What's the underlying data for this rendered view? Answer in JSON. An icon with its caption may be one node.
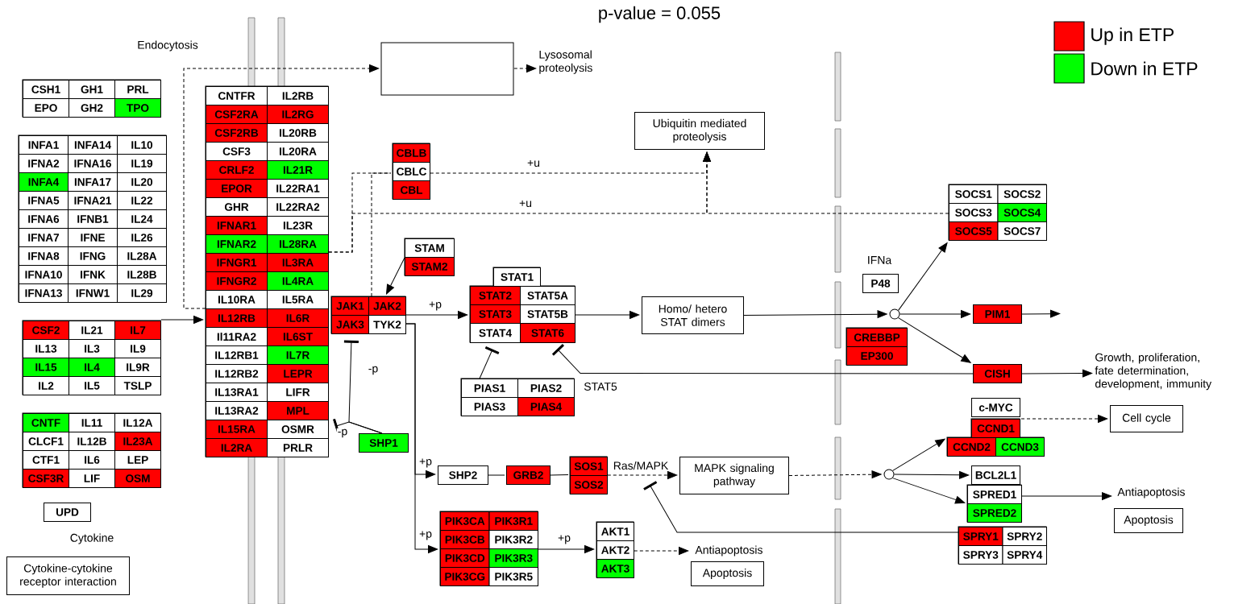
{
  "diagram": {
    "title": "p-value = 0.055",
    "nodes": [
      {
        "text": [],
        "shape": "box"
      },
      {
        "text": [
          "CSH1"
        ],
        "in": 0
      },
      {
        "text": [
          "GH1"
        ],
        "in": 0
      },
      {
        "text": [
          "PRL"
        ],
        "in": 0
      },
      {
        "text": [
          "EPO"
        ],
        "in": 0
      },
      {
        "text": [
          "GH2"
        ],
        "in": 0
      },
      {
        "text": [
          "TPO"
        ],
        "in": 0
      },
      {
        "text": [],
        "shape": "box"
      },
      {
        "text": [
          "INFA1"
        ],
        "in": 7
      },
      {
        "text": [
          "INFA14"
        ],
        "in": 7
      },
      {
        "text": [
          "IL10"
        ],
        "in": 7
      },
      {
        "text": [
          "IFNA2"
        ],
        "in": 7
      },
      {
        "text": [
          "IFNA16"
        ],
        "in": 7
      },
      {
        "text": [
          "IL19"
        ],
        "in": 7
      },
      {
        "text": [
          "INFA4"
        ],
        "in": 7
      },
      {
        "text": [
          "INFA17"
        ],
        "in": 7
      },
      {
        "text": [
          "IL20"
        ],
        "in": 7
      },
      {
        "text": [
          "IFNA5"
        ],
        "in": 7
      },
      {
        "text": [
          "IFNA21"
        ],
        "in": 7
      },
      {
        "text": [
          "IL22"
        ],
        "in": 7
      },
      {
        "text": [
          "IFNA6"
        ],
        "in": 7
      },
      {
        "text": [
          "IFNB1"
        ],
        "in": 7
      },
      {
        "text": [
          "IL24"
        ],
        "in": 7
      },
      {
        "text": [
          "IFNA7"
        ],
        "in": 7
      },
      {
        "text": [
          "IFNE"
        ],
        "in": 7
      },
      {
        "text": [
          "IL26"
        ],
        "in": 7
      },
      {
        "text": [
          "IFNA8"
        ],
        "in": 7
      },
      {
        "text": [
          "IFNG"
        ],
        "in": 7
      },
      {
        "text": [
          "IL28A"
        ],
        "in": 7
      },
      {
        "text": [
          "IFNA10"
        ],
        "in": 7
      },
      {
        "text": [
          "IFNK"
        ],
        "in": 7
      },
      {
        "text": [
          "IL28B"
        ],
        "in": 7
      },
      {
        "text": [
          "IFNA13"
        ],
        "in": 7
      },
      {
        "text": [
          "IFNW1"
        ],
        "in": 7
      },
      {
        "text": [
          "IL29"
        ],
        "in": 7
      },
      {
        "text": [],
        "shape": "box"
      },
      {
        "text": [
          "CSF2"
        ],
        "in": 35
      },
      {
        "text": [
          "IL21"
        ],
        "in": 35
      },
      {
        "text": [
          "IL7"
        ],
        "in": 35
      },
      {
        "text": [
          "IL13"
        ],
        "in": 35
      },
      {
        "text": [
          "IL3"
        ],
        "in": 35
      },
      {
        "text": [
          "IL9"
        ],
        "in": 35
      },
      {
        "text": [
          "IL15"
        ],
        "in": 35
      },
      {
        "text": [
          "IL4"
        ],
        "in": 35
      },
      {
        "text": [
          "IL9R"
        ],
        "in": 35
      },
      {
        "text": [
          "IL2"
        ],
        "in": 35
      },
      {
        "text": [
          "IL5"
        ],
        "in": 35
      },
      {
        "text": [
          "TSLP"
        ],
        "in": 35
      },
      {
        "text": [],
        "shape": "box"
      },
      {
        "text": [
          "CNTF"
        ],
        "in": 48
      },
      {
        "text": [
          "IL11"
        ],
        "in": 48
      },
      {
        "text": [
          "IL12A"
        ],
        "in": 48
      },
      {
        "text": [
          "CLCF1"
        ],
        "in": 48
      },
      {
        "text": [
          "IL12B"
        ],
        "in": 48
      },
      {
        "text": [
          "IL23A"
        ],
        "in": 48
      },
      {
        "text": [
          "CTF1"
        ],
        "in": 48
      },
      {
        "text": [
          "IL6"
        ],
        "in": 48
      },
      {
        "text": [
          "LEP"
        ],
        "in": 48
      },
      {
        "text": [
          "CSF3R"
        ],
        "in": 48
      },
      {
        "text": [
          "LIF"
        ],
        "in": 48
      },
      {
        "text": [
          "OSM"
        ],
        "in": 48
      },
      {
        "text": [
          "UPD"
        ]
      },
      {
        "text": [
          "Cytokine-cytokine receptor interaction"
        ]
      },
      {
        "text": [],
        "shape": "box"
      },
      {
        "text": [
          "CNTFR"
        ],
        "in": 63
      },
      {
        "text": [
          "IL2RB"
        ],
        "in": 63
      },
      {
        "text": [
          "CSF2RA"
        ],
        "in": 63
      },
      {
        "text": [
          "IL2RG"
        ],
        "in": 63
      },
      {
        "text": [
          "CSF2RB"
        ],
        "in": 63
      },
      {
        "text": [
          "IL20RB"
        ],
        "in": 63
      },
      {
        "text": [
          "CSF3"
        ],
        "in": 63
      },
      {
        "text": [
          "IL20RA"
        ],
        "in": 63
      },
      {
        "text": [
          "CRLF2"
        ],
        "in": 63
      },
      {
        "text": [
          "IL21R"
        ],
        "in": 63
      },
      {
        "text": [
          "EPOR"
        ],
        "in": 63
      },
      {
        "text": [
          "IL22RA1"
        ],
        "in": 63
      },
      {
        "text": [
          "GHR"
        ],
        "in": 63
      },
      {
        "text": [
          "IL22RA2"
        ],
        "in": 63
      },
      {
        "text": [
          "IFNAR1"
        ],
        "in": 63
      },
      {
        "text": [
          "IL23R"
        ],
        "in": 63
      },
      {
        "text": [
          "IFNAR2"
        ],
        "in": 63
      },
      {
        "text": [
          "IL28RA"
        ],
        "in": 63
      },
      {
        "text": [
          "IFNGR1"
        ],
        "in": 63
      },
      {
        "text": [
          "IL3RA"
        ],
        "in": 63
      },
      {
        "text": [
          "IFNGR2"
        ],
        "in": 63
      },
      {
        "text": [
          "IL4RA"
        ],
        "in": 63
      },
      {
        "text": [
          "IL10RA"
        ],
        "in": 63
      },
      {
        "text": [
          "IL5RA"
        ],
        "in": 63
      },
      {
        "text": [
          "IL12RB"
        ],
        "in": 63
      },
      {
        "text": [
          "IL6R"
        ],
        "in": 63
      },
      {
        "text": [
          "Il11RA2"
        ],
        "in": 63
      },
      {
        "text": [
          "IL6ST"
        ],
        "in": 63
      },
      {
        "text": [
          "IL12RB1"
        ],
        "in": 63
      },
      {
        "text": [
          "IL7R"
        ],
        "in": 63
      },
      {
        "text": [
          "IL12RB2"
        ],
        "in": 63
      },
      {
        "text": [
          "LEPR"
        ],
        "in": 63
      },
      {
        "text": [
          "IL13RA1"
        ],
        "in": 63
      },
      {
        "text": [
          "LIFR"
        ],
        "in": 63
      },
      {
        "text": [
          "IL13RA2"
        ],
        "in": 63
      },
      {
        "text": [
          "MPL"
        ],
        "in": 63
      },
      {
        "text": [
          "IL15RA"
        ],
        "in": 63
      },
      {
        "text": [
          "OSMR"
        ],
        "in": 63
      },
      {
        "text": [
          "IL2RA"
        ],
        "in": 63
      },
      {
        "text": [
          "PRLR"
        ],
        "in": 63
      },
      {
        "text": [],
        "shape": "box"
      },
      {
        "text": [
          "Lysosomal proteolysis"
        ]
      },
      {
        "text": [
          "Ubiquitin mediated proteolysis"
        ]
      },
      {
        "text": [],
        "shape": "box"
      },
      {
        "text": [
          "CBLB"
        ],
        "in": 107
      },
      {
        "text": [
          "CBLC"
        ],
        "in": 107
      },
      {
        "text": [
          "CBL"
        ],
        "in": 107
      },
      {
        "text": [],
        "shape": "box"
      },
      {
        "text": [
          "STAM"
        ],
        "in": 111
      },
      {
        "text": [
          "STAM2"
        ],
        "in": 111
      },
      {
        "text": [],
        "shape": "box"
      },
      {
        "text": [
          "JAK1"
        ],
        "in": 114
      },
      {
        "text": [
          "JAK2"
        ],
        "in": 114
      },
      {
        "text": [
          "JAK3"
        ],
        "in": 114
      },
      {
        "text": [
          "TYK2"
        ],
        "in": 114
      },
      {
        "text": [
          "SHP1"
        ]
      },
      {
        "text": [],
        "shape": "box"
      },
      {
        "text": [
          "STAT1"
        ],
        "in": 120
      },
      {
        "text": [
          "STAT2"
        ],
        "in": 120
      },
      {
        "text": [
          "STAT5A"
        ],
        "in": 120
      },
      {
        "text": [
          "STAT3"
        ],
        "in": 120
      },
      {
        "text": [
          "STAT5B"
        ],
        "in": 120
      },
      {
        "text": [
          "STAT4"
        ],
        "in": 120
      },
      {
        "text": [
          "STAT6"
        ],
        "in": 120
      },
      {
        "text": [],
        "shape": "box"
      },
      {
        "text": [
          "PIAS1"
        ],
        "in": 128
      },
      {
        "text": [
          "PIAS2"
        ],
        "in": 128
      },
      {
        "text": [
          "PIAS3"
        ],
        "in": 128
      },
      {
        "text": [
          "PIAS4"
        ],
        "in": 128
      },
      {
        "text": [
          "Homo/ hetero STAT dimers"
        ]
      },
      {
        "text": [],
        "shape": "box"
      },
      {
        "text": [
          "SOCS1"
        ],
        "in": 134
      },
      {
        "text": [
          "SOCS2"
        ],
        "in": 134
      },
      {
        "text": [
          "SOCS3"
        ],
        "in": 134
      },
      {
        "text": [
          "SOCS4"
        ],
        "in": 134
      },
      {
        "text": [
          "SOCS5"
        ],
        "in": 134
      },
      {
        "text": [
          "SOCS7"
        ],
        "in": 134
      },
      {
        "text": [
          "P48"
        ],
        "beside": [
          "IFNa"
        ]
      },
      {
        "text": [],
        "shape": "circle"
      },
      {
        "text": [],
        "shape": "box"
      },
      {
        "text": [
          "CREBBP"
        ],
        "in": 143
      },
      {
        "text": [
          "EP300"
        ],
        "in": 143
      },
      {
        "text": [
          "PIM1"
        ]
      },
      {
        "text": [
          "CISH"
        ]
      },
      {
        "text": [
          "Growth, proliferation, fate determination, development, immunity"
        ]
      },
      {
        "text": [
          "c-MYC"
        ]
      },
      {
        "text": [],
        "shape": "box"
      },
      {
        "text": [
          "CCND1"
        ],
        "in": 150
      },
      {
        "text": [
          "CCND2"
        ],
        "in": 150
      },
      {
        "text": [
          "CCND3"
        ],
        "in": 150
      },
      {
        "text": [
          "Cell cycle"
        ]
      },
      {
        "text": [
          "SHP2"
        ]
      },
      {
        "text": [
          "GRB2"
        ]
      },
      {
        "text": [],
        "shape": "box"
      },
      {
        "text": [
          "SOS1"
        ],
        "in": 157
      },
      {
        "text": [
          "SOS2"
        ],
        "in": 157
      },
      {
        "text": [
          "MAPK signaling pathway"
        ]
      },
      {
        "text": [],
        "shape": "circle"
      },
      {
        "text": [
          "BCL2L1"
        ]
      },
      {
        "text": [],
        "shape": "box"
      },
      {
        "text": [
          "SPRED1"
        ],
        "in": 163
      },
      {
        "text": [
          "SPRED2"
        ],
        "in": 163
      },
      {
        "text": [
          "Antiapoptosis",
          "Apoptosis"
        ]
      },
      {
        "text": [],
        "shape": "box"
      },
      {
        "text": [
          "SPRY1"
        ],
        "in": 167
      },
      {
        "text": [
          "SPRY2"
        ],
        "in": 167
      },
      {
        "text": [
          "SPRY3"
        ],
        "in": 167
      },
      {
        "text": [
          "SPRY4"
        ],
        "in": 167
      },
      {
        "text": [],
        "shape": "box"
      },
      {
        "text": [
          "PIK3CA"
        ],
        "in": 172
      },
      {
        "text": [
          "PIK3R1"
        ],
        "in": 172
      },
      {
        "text": [
          "PIK3CB"
        ],
        "in": 172
      },
      {
        "text": [
          "PIK3R2"
        ],
        "in": 172
      },
      {
        "text": [
          "PIK3CD"
        ],
        "in": 172
      },
      {
        "text": [
          "PIK3R3"
        ],
        "in": 172
      },
      {
        "text": [
          "PIK3CG"
        ],
        "in": 172
      },
      {
        "text": [
          "PIK3R5"
        ],
        "in": 172
      },
      {
        "text": [],
        "shape": "box"
      },
      {
        "text": [
          "AKT1"
        ],
        "in": 181
      },
      {
        "text": [
          "AKT2"
        ],
        "in": 181
      },
      {
        "text": [
          "AKT3"
        ],
        "in": 181
      },
      {
        "text": [
          "Antiapoptosis",
          "Apoptosis"
        ]
      }
    ],
    "edges": [
      {
        "from": 35,
        "to": 63,
        "arrow": "to"
      },
      {
        "from": 63,
        "to": 104,
        "arrow": "to",
        "style": "dashed"
      },
      {
        "from": 104,
        "to": 105,
        "arrow": "to",
        "style": "dashed"
      },
      {
        "from": 63,
        "to": 107,
        "arrow": "none",
        "style": "dashed"
      },
      {
        "from": 114,
        "to": 107,
        "arrow": "none",
        "style": "dashed"
      },
      {
        "from": 107,
        "to": 106,
        "arrow": "to",
        "style": "dashed",
        "label": "+u"
      },
      {
        "from": 63,
        "to": 106,
        "arrow": "to",
        "style": "dashed",
        "label": "+u"
      },
      {
        "from": 134,
        "to": 106,
        "arrow": "to",
        "style": "dashed"
      },
      {
        "from": 111,
        "to": 114,
        "arrow": "to"
      },
      {
        "from": 119,
        "to": 114,
        "arrow": "other",
        "label": "-p"
      },
      {
        "from": 119,
        "to": 63,
        "arrow": "other",
        "label": "-p"
      },
      {
        "from": 114,
        "to": 120,
        "arrow": "to",
        "label": "+p"
      },
      {
        "from": 114,
        "to": 155,
        "arrow": "to",
        "label": "+p"
      },
      {
        "from": 114,
        "to": 172,
        "arrow": "to",
        "label": "+p"
      },
      {
        "from": 128,
        "to": 120,
        "arrow": "other"
      },
      {
        "from": 120,
        "to": 133,
        "arrow": "to"
      },
      {
        "from": 133,
        "to": 142,
        "arrow": "to"
      },
      {
        "from": 142,
        "to": 134,
        "arrow": "to"
      },
      {
        "from": 142,
        "to": 146,
        "arrow": "to"
      },
      {
        "from": 142,
        "to": 147,
        "arrow": "to"
      },
      {
        "from": 146,
        "to": null,
        "arrow": "to"
      },
      {
        "from": 147,
        "to": 148,
        "arrow": "to"
      },
      {
        "from": 147,
        "to": 120,
        "arrow": "other",
        "label": "STAT5"
      },
      {
        "from": 150,
        "to": 154,
        "arrow": "to",
        "style": "dashed"
      },
      {
        "from": 155,
        "to": 156,
        "arrow": "none"
      },
      {
        "from": 156,
        "to": 157,
        "arrow": "none"
      },
      {
        "from": 157,
        "to": 160,
        "arrow": "to",
        "style": "dashed",
        "label": "Ras/MAPK"
      },
      {
        "from": 160,
        "to": 161,
        "arrow": "to",
        "style": "dashed"
      },
      {
        "from": 161,
        "to": 150,
        "arrow": "to"
      },
      {
        "from": 161,
        "to": 162,
        "arrow": "to"
      },
      {
        "from": 161,
        "to": 163,
        "arrow": "to"
      },
      {
        "from": 163,
        "to": 166,
        "arrow": "to"
      },
      {
        "from": 167,
        "to": null,
        "arrow": "other"
      },
      {
        "from": 172,
        "to": 181,
        "arrow": "to",
        "label": "+p"
      },
      {
        "from": 181,
        "to": 185,
        "arrow": "to",
        "style": "dashed"
      }
    ],
    "labels": [
      "Endocytosis",
      "Cytokine"
    ],
    "legend": [
      {
        "text": "Up in ETP",
        "color": "#ff0000"
      },
      {
        "text": "Down in ETP",
        "color": "#00ff00"
      }
    ]
  }
}
